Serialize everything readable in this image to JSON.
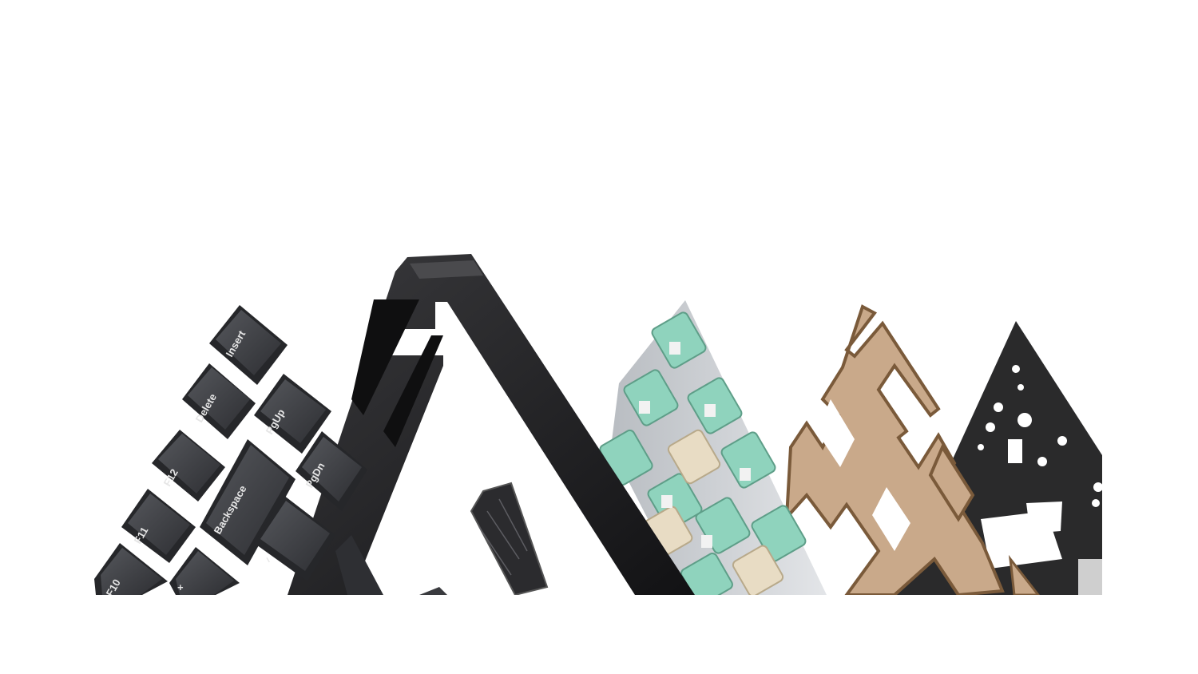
{
  "colors": {
    "background": "#ffffff",
    "keycap_top": "#3b3c40",
    "keycap_side": "#26272a",
    "keycap_legend": "#e6e6e6",
    "case_frame": "#1c1c1e",
    "switch_plate": "#c9ccd0",
    "switch_housing": "#8fd3bd",
    "switch_stem_cream": "#e8dcc4",
    "foam": "#c9a98a",
    "foam_edge": "#7a5a3a",
    "pcb": "#2a2a2b"
  },
  "keycaps": [
    {
      "legend": "Insert"
    },
    {
      "legend": "Delete"
    },
    {
      "legend": "PgUp"
    },
    {
      "legend": "F12"
    },
    {
      "legend": "Backspace",
      "icon": "arrow-left-icon"
    },
    {
      "legend": "PgDn"
    },
    {
      "legend": "F11"
    },
    {
      "legend": "F10"
    },
    {
      "legend": "+"
    },
    {
      "legend": "−"
    }
  ],
  "layers": [
    {
      "name": "keycaps"
    },
    {
      "name": "case-frame"
    },
    {
      "name": "switch-plate"
    },
    {
      "name": "foam-layer"
    },
    {
      "name": "pcb-board"
    }
  ]
}
